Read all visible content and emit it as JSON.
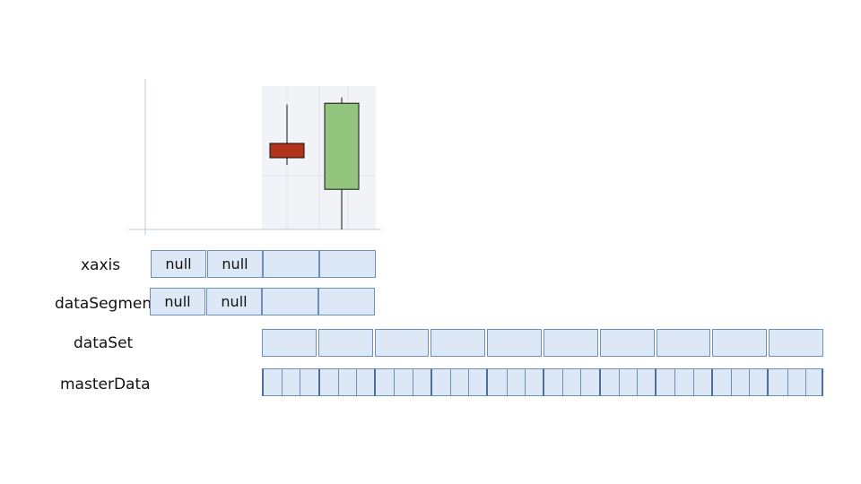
{
  "rows": {
    "xaxis": {
      "label": "xaxis",
      "cells": [
        "null",
        "null",
        "",
        ""
      ]
    },
    "dataSegment": {
      "label": "dataSegment",
      "cells": [
        "null",
        "null",
        "",
        ""
      ]
    },
    "dataSet": {
      "label": "dataSet",
      "block_count": 10
    },
    "masterData": {
      "label": "masterData",
      "block_count": 10,
      "sub_cells_per_block": 3
    }
  },
  "chart_data": {
    "type": "candlestick",
    "candles": [
      {
        "open": 0.6,
        "close": 0.5,
        "high": 0.87,
        "low": 0.45,
        "direction": "down"
      },
      {
        "open": 0.28,
        "close": 0.88,
        "high": 0.92,
        "low": 0.0,
        "direction": "up"
      }
    ],
    "slots": 4,
    "empty_slots": 2,
    "ylim": [
      0,
      1
    ]
  },
  "colors": {
    "cell_fill": "#dce8f5",
    "cell_border": "#6e8fb8",
    "down_candle": "#b0341a",
    "up_candle": "#93c47d",
    "plot_area": "#f1f3f6",
    "axis": "#b8c8dc"
  }
}
